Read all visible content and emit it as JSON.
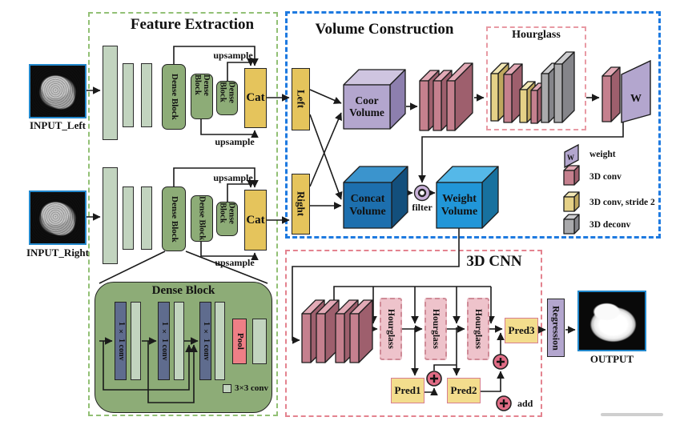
{
  "diagram": {
    "feature_extraction": {
      "title": "Feature Extraction",
      "dense_block": "Dense Block",
      "cat": "Cat",
      "upsample": "upsample",
      "input_left": "INPUT_Left",
      "input_right": "INPUT_Right"
    },
    "volume_construction": {
      "title": "Volume Construction",
      "hourglass_title": "Hourglass",
      "left": "Left",
      "right": "Right",
      "coor_line1": "Coor",
      "coor_line2": "Volume",
      "concat_line1": "Concat",
      "concat_line2": "Volume",
      "weight_line1": "Weight",
      "weight_line2": "Volume",
      "filter": "filter",
      "w": "W"
    },
    "dense_block_detail": {
      "title": "Dense Block",
      "conv1x1": "1 × 1 conv",
      "pool": "Pool",
      "conv3x3": "3×3 conv"
    },
    "cnn3d": {
      "title": "3D CNN",
      "hourglass": "Hourglass",
      "pred1": "Pred1",
      "pred2": "Pred2",
      "pred3": "Pred3",
      "regression": "Regression",
      "add": "add",
      "output": "OUTPUT"
    },
    "legend": {
      "weight": "weight",
      "weight_symbol": "W",
      "conv3d": "3D conv",
      "conv3d_stride2": "3D conv, stride 2",
      "deconv3d": "3D deconv"
    }
  },
  "colors": {
    "region_green": "#92c075",
    "region_blue": "#1e7ae0",
    "region_pink": "#e4838f",
    "region_hg": "#e89aa4",
    "bar_green": "#c2d4bf",
    "green_block": "#8dac77",
    "yellow": "#e5c45c",
    "pred_yellow": "#f3dd8d",
    "purple": "#b3a6ce",
    "slate": "#5f6c8e",
    "pool_red": "#ee7f86",
    "plus_pink": "#e06c85",
    "filter_lavender": "#c9b2d9",
    "input_border": "#2288cc",
    "conv3d": {
      "front": "#c5808e",
      "top": "#e2aab6",
      "side": "#9e5f6d"
    },
    "conv3d_stride2": {
      "front": "#e5d187",
      "top": "#f2e7b4",
      "side": "#bfa75e"
    },
    "deconv3d": {
      "front": "#aaaaac",
      "top": "#cfcfd1",
      "side": "#85858a"
    },
    "coor_volume": {
      "front": "#b3a6ce",
      "top": "#cfc5e0",
      "side": "#8d7fae"
    },
    "concat_volume": {
      "front": "#1d6fae",
      "top": "#3b94cd",
      "side": "#134f7c"
    },
    "weight_volume": {
      "front": "#2196d8",
      "top": "#55b8e8",
      "side": "#17719f"
    }
  }
}
